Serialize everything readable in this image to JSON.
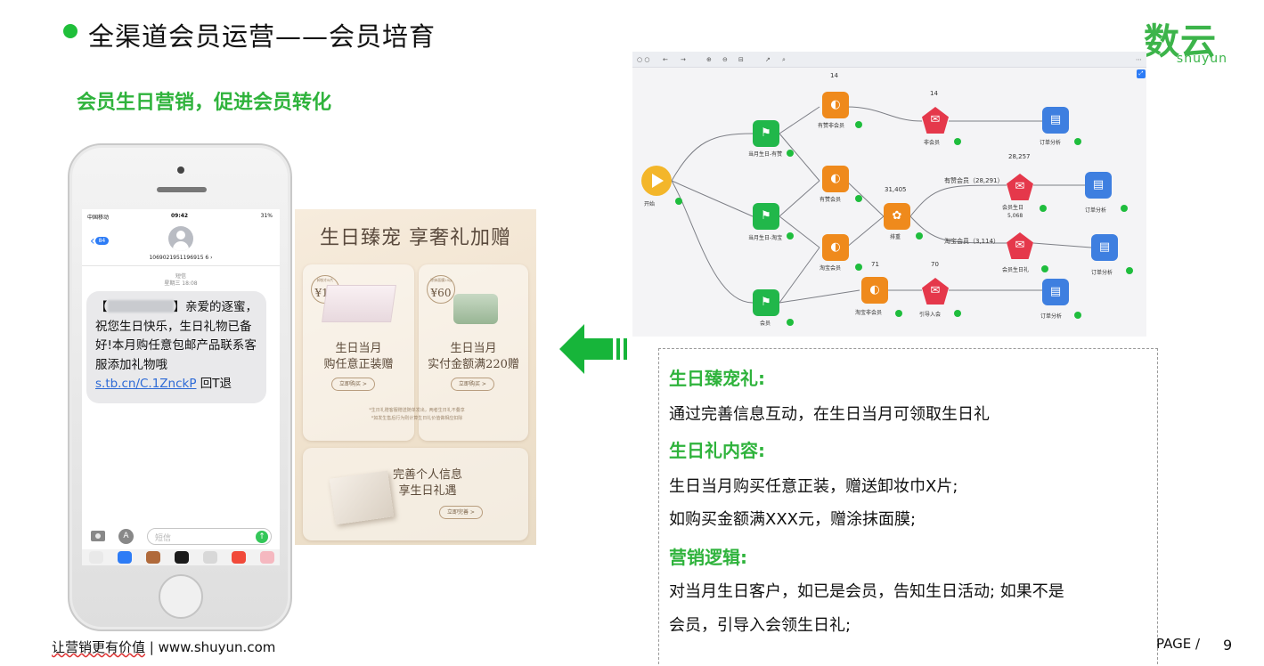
{
  "header": {
    "title": "全渠道会员运营——会员培育",
    "subtitle": "会员生日营销，促进会员转化"
  },
  "logo": {
    "cn": "数云",
    "en": "shuyun"
  },
  "phone": {
    "carrier": "中国移动",
    "time": "09:42",
    "battery": "31%",
    "back_count": "84",
    "contact_number": "1069021951196915 6 ›",
    "msg_type": "短信",
    "msg_time": "星期三 18:08",
    "message_pre": "】亲爱的逐蜜，祝您生日快乐，生日礼物已备好!本月购任意包邮产品联系客服添加礼物哦 ",
    "message_link": "s.tb.cn/C.1ZnckP",
    "message_post": " 回T退",
    "input_placeholder": "短信"
  },
  "promo": {
    "title": "生日臻宠  享奢礼加赠",
    "left_price": "¥14",
    "left_price_note": "卸妆巾5片",
    "left_line1": "生日当月",
    "left_line2": "购任意正装赠",
    "left_btn": "立即购买 >",
    "right_price": "¥60",
    "right_price_note": "涂抹面膜25g",
    "right_line1": "生日当月",
    "right_line2": "实付金额满220赠",
    "right_btn": "立即购买 >",
    "note_line1": "*生日礼赠客服赠送随单发出，两者生日礼不叠享",
    "note_line2": "*如发生售后行为则计算生日礼价值做相应扣除",
    "card_line1": "完善个人信息",
    "card_line2": "享生日礼遇",
    "card_btn": "立即完善 >"
  },
  "flow": {
    "nodes": {
      "start": "开始",
      "birthday_member_shop": "当月生日-有赞",
      "birthday_member_tao": "当月生日-淘宝",
      "member": "会员",
      "youzan_nonmember": "有赞非会员",
      "youzan_member": "有赞会员",
      "taobao_member": "淘宝会员",
      "taobao_nonmember": "淘宝非会员",
      "dedupe": "排重",
      "non_member": "非会员",
      "member_birthday": "会员生日",
      "member_birthday2": "会员生日礼",
      "guide_join": "引导入会",
      "order_analysis": "订单分析"
    },
    "counts": {
      "c1": "14",
      "c2": "14",
      "c3": "31,405",
      "c4": "28,257",
      "c5": "有赞会员（28,291）",
      "c6": "淘宝会员（3,114）",
      "c7": "71",
      "c8": "70",
      "c9": "5,068"
    }
  },
  "panel": {
    "h1": "生日臻宠礼:",
    "t1": "通过完善信息互动，在生日当月可领取生日礼",
    "h2": "生日礼内容:",
    "t2": "生日当月购买任意正装，赠送卸妆巾X片;",
    "t3": "如购买金额满XXX元，赠涂抹面膜;",
    "h3": "营销逻辑:",
    "t4": "对当月生日客户，如已是会员，告知生日活动; 如果不是",
    "t5": "会员，引导入会领生日礼;"
  },
  "footer": {
    "slogan": "让营销更有价值",
    "divider": "|",
    "url": "www.shuyun.com",
    "page_label": "PAGE  /",
    "page_number": "9"
  },
  "colors": {
    "brand_green": "#2fb33c",
    "node_green": "#21b74a",
    "node_orange": "#ef8a1c",
    "node_red": "#e5384b",
    "node_blue": "#3e7fe0"
  }
}
